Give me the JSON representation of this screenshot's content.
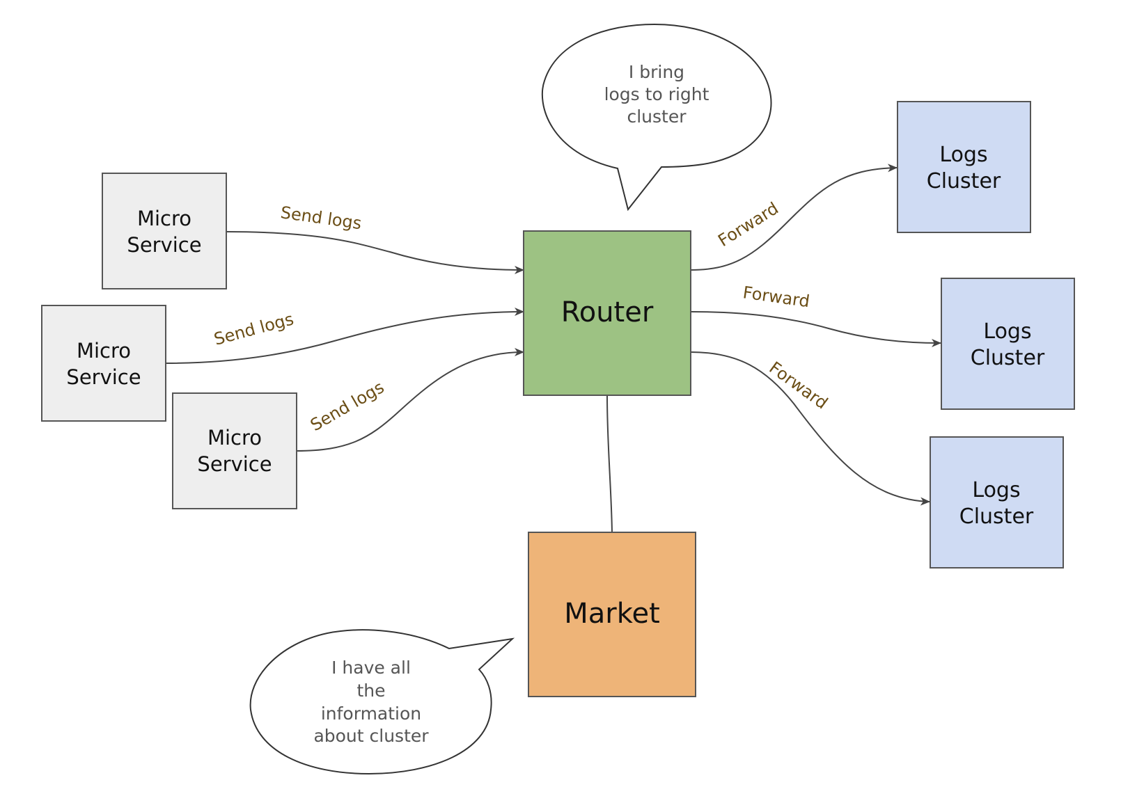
{
  "nodes": {
    "micro_service_1": [
      "Micro",
      "Service"
    ],
    "micro_service_2": [
      "Micro",
      "Service"
    ],
    "micro_service_3": [
      "Micro",
      "Service"
    ],
    "router": "Router",
    "market": "Market",
    "logs_cluster_1": [
      "Logs",
      "Cluster"
    ],
    "logs_cluster_2": [
      "Logs",
      "Cluster"
    ],
    "logs_cluster_3": [
      "Logs",
      "Cluster"
    ]
  },
  "edges": {
    "send_logs_1": "Send logs",
    "send_logs_2": "Send logs",
    "send_logs_3": "Send logs",
    "forward_1": "Forward",
    "forward_2": "Forward",
    "forward_3": "Forward"
  },
  "bubbles": {
    "router_note": [
      "I bring",
      "logs to right",
      "cluster"
    ],
    "market_note": [
      "I have all",
      "the",
      "information",
      "about cluster"
    ]
  },
  "colors": {
    "micro_service_fill": "#eeeeee",
    "router_fill": "#9dc283",
    "market_fill": "#eeb478",
    "logs_cluster_fill": "#cfdbf3",
    "edge_label": "#6b4e16"
  }
}
